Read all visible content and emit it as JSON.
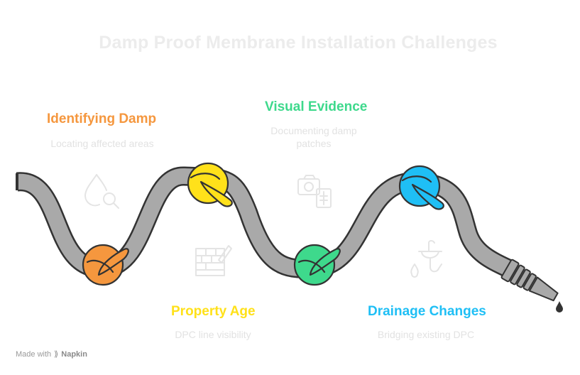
{
  "title": "Damp Proof Membrane Installation Challenges",
  "steps": [
    {
      "label": "Identifying Damp",
      "description": "Locating affected areas",
      "color": "#f5973e",
      "icon": "water-drop-magnifier-icon"
    },
    {
      "label": "Property Age",
      "description": "DPC line visibility",
      "color": "#ffe11a",
      "icon": "brick-wall-trowel-icon"
    },
    {
      "label": "Visual Evidence",
      "description": "Documenting damp patches",
      "color": "#3ed98c",
      "icon": "camera-photo-icon"
    },
    {
      "label": "Drainage Changes",
      "description": "Bridging existing DPC",
      "color": "#1fbff5",
      "icon": "sink-drain-pipe-icon"
    }
  ],
  "hose_color": "#a9a9a9",
  "watermark": {
    "prefix": "Made with",
    "brand": "Napkin"
  }
}
